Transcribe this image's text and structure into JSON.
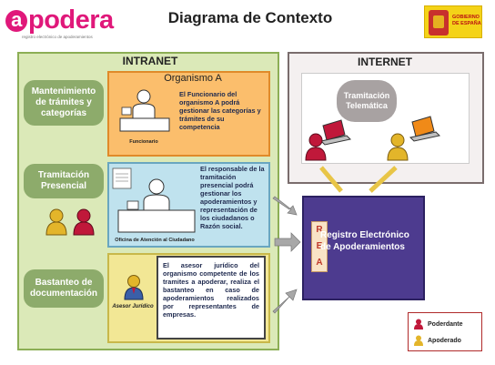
{
  "header": {
    "logo_text": "podera",
    "logo_letter": "a",
    "logo_subtitle": "registro electrónico de apoderamientos",
    "title": "Diagrama de Contexto",
    "gov_line1": "GOBIERNO",
    "gov_line2": "DE ESPAÑA"
  },
  "intranet": {
    "label": "INTRANET",
    "side_labels": {
      "mantenimiento": "Mantenimiento de trámites y categorías",
      "tramitacion": "Tramitación Presencial",
      "bastanteo": "Bastanteo de documentación"
    },
    "organismo": {
      "title": "Organismo A",
      "text": "El Funcionario del organismo A podrá gestionar las categorías y trámites de su competencia",
      "caption": "Funcionario"
    },
    "oficina": {
      "text": "El responsable de la tramitación presencial podrá gestionar los apoderamientos y representación de los ciudadanos o Razón social.",
      "caption": "Oficina de Atención al Ciudadano"
    },
    "asesor": {
      "text": "El asesor jurídico del organismo competente de los tramites a apoderar, realiza el bastanteo en caso de apoderamientos realizados por representantes de empresas.",
      "caption": "Asesor Jurídico"
    }
  },
  "internet": {
    "label": "INTERNET",
    "telematica": "Tramitación Telemática"
  },
  "rea": {
    "letters": [
      "R",
      "E",
      "A"
    ],
    "text": "Registro Electrónico de Apoderamientos"
  },
  "legend": {
    "poderdante": "Poderdante",
    "apoderado": "Apoderado"
  },
  "colors": {
    "poderdante": "#c0183a",
    "apoderado": "#e3b52a",
    "logo": "#e0187a",
    "rea": "#4d3b8f"
  }
}
